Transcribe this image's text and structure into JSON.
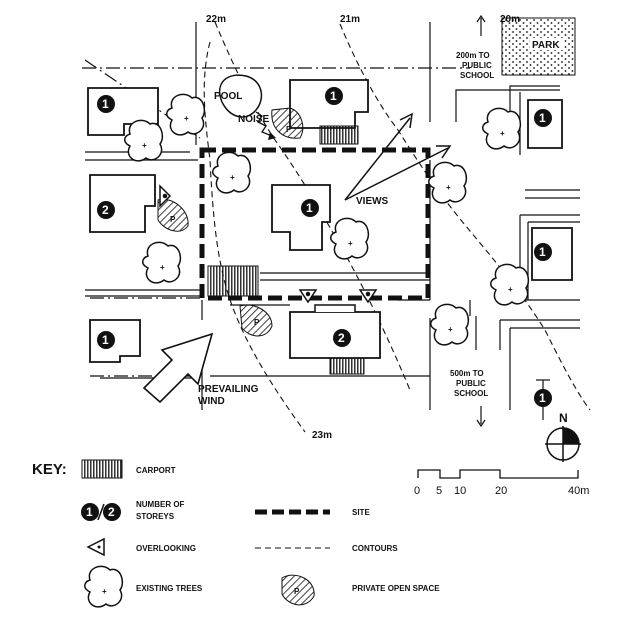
{
  "contour_labels": {
    "c22": "22m",
    "c21": "21m",
    "c20": "20m",
    "c23": "23m"
  },
  "labels": {
    "park": "PARK",
    "pool": "POOL",
    "noise": "NOISE",
    "views": "VIEWS",
    "wind_line1": "PREVAILING",
    "wind_line2": "WIND",
    "school_north": [
      "200m TO",
      "PUBLIC",
      "SCHOOL"
    ],
    "school_south": [
      "500m TO",
      "PUBLIC",
      "SCHOOL"
    ],
    "north": "N",
    "private_open_space_mark": "P"
  },
  "storeys": {
    "one": "1",
    "two": "2"
  },
  "key": {
    "title": "KEY:",
    "carport": "CARPORT",
    "storeys_line1": "NUMBER OF",
    "storeys_line2": "STOREYS",
    "site": "SITE",
    "overlooking": "OVERLOOKING",
    "contours": "CONTOURS",
    "trees": "EXISTING TREES",
    "private_open_space": "PRIVATE OPEN SPACE"
  },
  "scale_bar": {
    "ticks": [
      "0",
      "5",
      "10",
      "20",
      "40m"
    ]
  }
}
